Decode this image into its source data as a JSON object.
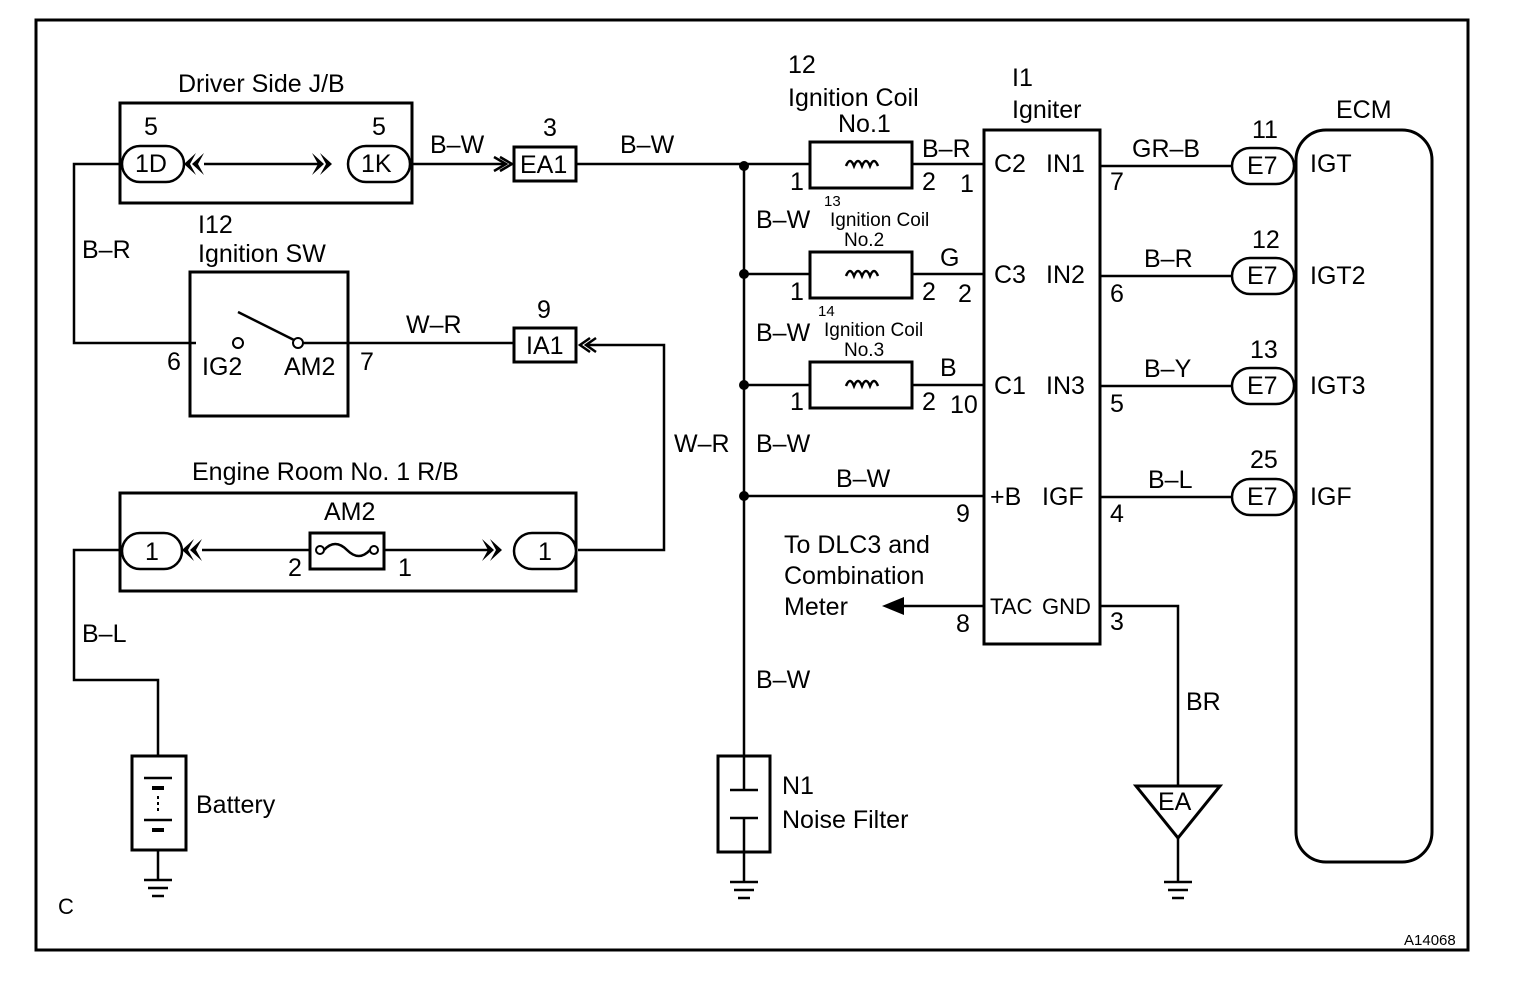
{
  "corner_letter": "C",
  "figure_code": "A14068",
  "driver_jb": {
    "title": "Driver Side J/B",
    "left_pin": "5",
    "left_conn": "1D",
    "right_pin": "5",
    "right_conn": "1K"
  },
  "ignition_sw": {
    "code": "I12",
    "title": "Ignition SW",
    "left_pin": "6",
    "left_term": "IG2",
    "right_pin": "7",
    "right_term": "AM2"
  },
  "engine_rb": {
    "title": "Engine Room No. 1 R/B",
    "fuse": "AM2",
    "left_conn": "1",
    "right_conn": "1",
    "fuse_pin_left": "2",
    "fuse_pin_right": "1"
  },
  "battery": {
    "label": "Battery"
  },
  "junctions": {
    "ea1_pin": "3",
    "ea1": "EA1",
    "ia1_pin": "9",
    "ia1": "IA1"
  },
  "coil1": {
    "code": "12",
    "title": "Ignition Coil",
    "sub": "No.1",
    "pin_left": "1",
    "pin_right": "2"
  },
  "coil2": {
    "code": "13",
    "title": "Ignition Coil",
    "sub": "No.2",
    "pin_left": "1",
    "pin_right": "2"
  },
  "coil3": {
    "code": "14",
    "title": "Ignition Coil",
    "sub": "No.3",
    "pin_left": "1",
    "pin_right": "2"
  },
  "igniter": {
    "code": "I1",
    "title": "Igniter",
    "terms": [
      "C2",
      "IN1",
      "C3",
      "IN2",
      "C1",
      "IN3",
      "+B",
      "IGF",
      "TAC",
      "GND"
    ],
    "pins_left": [
      "1",
      "2",
      "10",
      "9",
      "8"
    ],
    "pins_right": [
      "7",
      "6",
      "5",
      "4",
      "3"
    ]
  },
  "ecm": {
    "title": "ECM",
    "conn": "E7",
    "pins": [
      "11",
      "12",
      "13",
      "25"
    ],
    "terms": [
      "IGT",
      "IGT2",
      "IGT3",
      "IGF"
    ]
  },
  "noise_filter": {
    "code": "N1",
    "title": "Noise Filter"
  },
  "ground_ea": "EA",
  "dlc_note": [
    "To DLC3 and",
    "Combination",
    "Meter"
  ],
  "wires": {
    "bw": "B–W",
    "br": "B–R",
    "wr": "W–R",
    "bl": "B–L",
    "grb": "GR–B",
    "by": "B–Y",
    "g": "G",
    "b": "B",
    "brown": "BR"
  }
}
